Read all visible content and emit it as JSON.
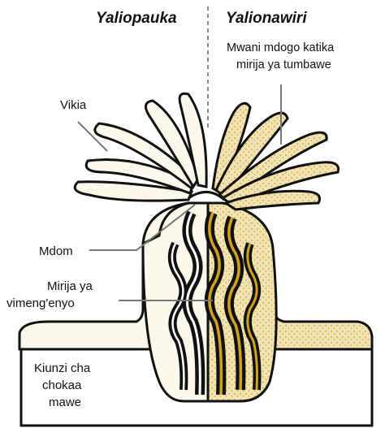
{
  "headings": {
    "left": "Yaliopauka",
    "right": "Yalionawiri"
  },
  "labels": {
    "algae_line1": "Mwani mdogo katika",
    "algae_line2": "mirija ya tumbawe",
    "tentacles": "Vikia",
    "mouth": "Mdom",
    "canals_line1": "Mirija ya",
    "canals_line2": "vimeng'enyo",
    "skeleton_line1": "Kiunzi cha",
    "skeleton_line2": "chokaa",
    "skeleton_line3": "mawe"
  },
  "colors": {
    "outline": "#111111",
    "body_fill": "#fbf8ec",
    "algae_fill": "#f1e3b2",
    "algae_dots": "#c79a2a",
    "canal_gold": "#d1a21d",
    "canal_white": "#ffffff"
  }
}
